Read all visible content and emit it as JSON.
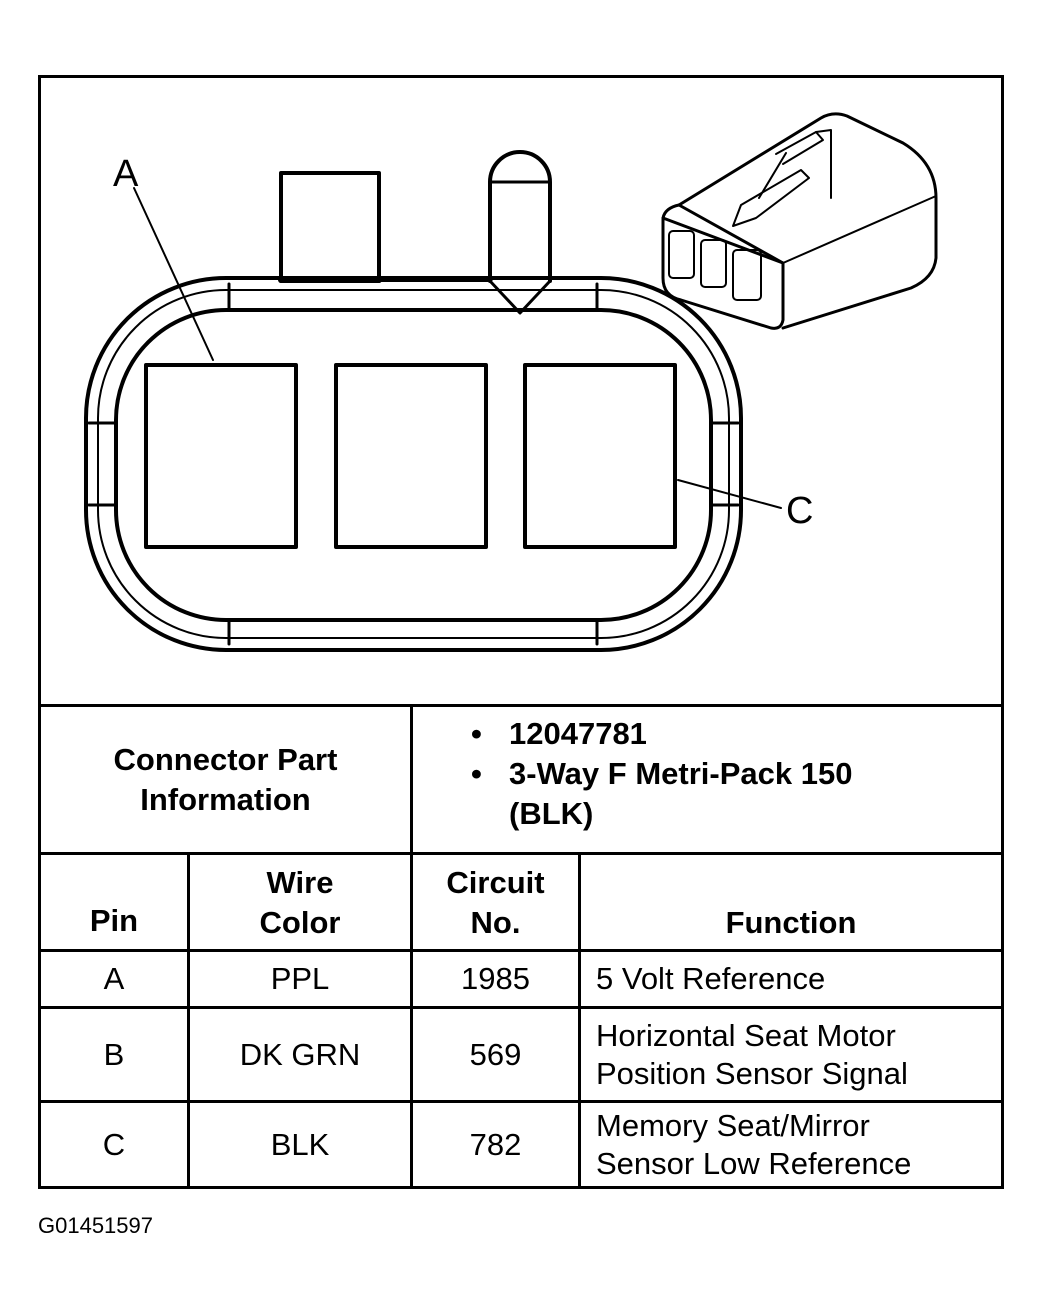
{
  "diagram": {
    "callouts": [
      "A",
      "C"
    ]
  },
  "connector_info": {
    "label": "Connector Part Information",
    "items": [
      "12047781",
      "3-Way F Metri-Pack 150 (BLK)"
    ]
  },
  "table": {
    "headers": {
      "pin": "Pin",
      "wire": "Wire Color",
      "circuit": "Circuit No.",
      "function": "Function"
    },
    "rows": [
      {
        "pin": "A",
        "wire": "PPL",
        "circuit": "1985",
        "function": "5 Volt Reference"
      },
      {
        "pin": "B",
        "wire": "DK GRN",
        "circuit": "569",
        "function": "Horizontal Seat Motor Position Sensor Signal"
      },
      {
        "pin": "C",
        "wire": "BLK",
        "circuit": "782",
        "function": "Memory Seat/Mirror Sensor Low Reference"
      }
    ]
  },
  "figure_id": "G01451597"
}
